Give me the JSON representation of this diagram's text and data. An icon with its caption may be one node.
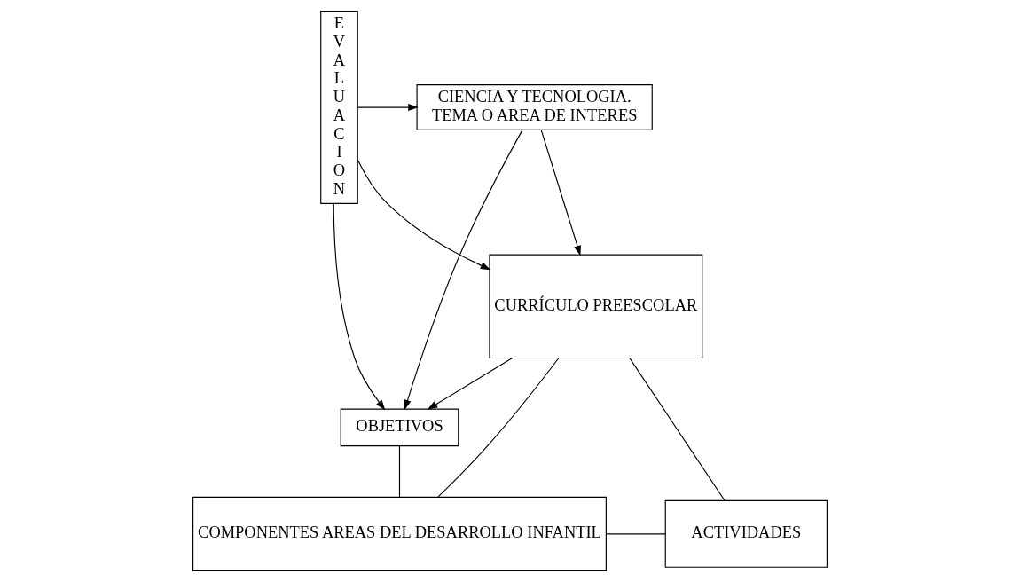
{
  "diagram": {
    "nodes": [
      {
        "text": [
          "CIENCIA Y TECNOLOGIA. TEMA O AREA DE INTERES"
        ]
      },
      {
        "text": [
          "E V A L U A C I O N"
        ]
      },
      {
        "text": [
          "OBJETIVOS"
        ]
      },
      {
        "text": [
          "CURRÍCULO PREESCOLAR"
        ]
      },
      {
        "text": [
          "COMPONENTES AREAS DEL DESARROLLO INFANTIL"
        ]
      },
      {
        "text": [
          "ACTIVIDADES"
        ]
      }
    ],
    "edges": [
      {
        "from": 1,
        "to": 0,
        "arrow": "to"
      },
      {
        "from": 0,
        "to": 2,
        "arrow": "to"
      },
      {
        "from": 0,
        "to": 3,
        "arrow": "to"
      },
      {
        "from": 1,
        "to": 2,
        "arrow": "to"
      },
      {
        "from": 1,
        "to": 3,
        "arrow": "to"
      },
      {
        "from": 3,
        "to": 2,
        "arrow": "to"
      },
      {
        "from": 2,
        "to": 4,
        "arrow": "none"
      },
      {
        "from": 3,
        "to": 4,
        "arrow": "none"
      },
      {
        "from": 3,
        "to": 5,
        "arrow": "none"
      },
      {
        "from": 4,
        "to": 5,
        "arrow": "none"
      }
    ]
  }
}
